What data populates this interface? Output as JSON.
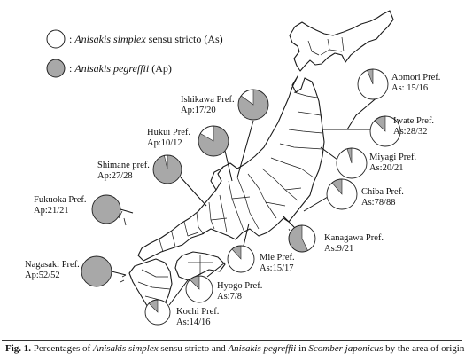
{
  "legend": [
    {
      "prefix": ": ",
      "species": "Anisakis simplex",
      "rest": " sensu stricto (As)",
      "fill": "#ffffff"
    },
    {
      "prefix": ": ",
      "species": "Anisakis pegreffii",
      "rest": " (Ap)",
      "fill": "#a8a8a8"
    }
  ],
  "colors": {
    "as_fill": "#ffffff",
    "ap_fill": "#a8a8a8",
    "outline": "#222222"
  },
  "prefectures": [
    {
      "name": "Aomori Pref.",
      "stat": "As: 15/16",
      "species": "As",
      "count": 15,
      "total": 16
    },
    {
      "name": "Iwate Pref.",
      "stat": "As:28/32",
      "species": "As",
      "count": 28,
      "total": 32
    },
    {
      "name": "Miyagi Pref.",
      "stat": "As:20/21",
      "species": "As",
      "count": 20,
      "total": 21
    },
    {
      "name": "Chiba Pref.",
      "stat": "As:78/88",
      "species": "As",
      "count": 78,
      "total": 88
    },
    {
      "name": "Kanagawa Pref.",
      "stat": "As:9/21",
      "species": "As",
      "count": 9,
      "total": 21
    },
    {
      "name": "Mie Pref.",
      "stat": "As:15/17",
      "species": "As",
      "count": 15,
      "total": 17
    },
    {
      "name": "Hyogo Pref.",
      "stat": "As:7/8",
      "species": "As",
      "count": 7,
      "total": 8
    },
    {
      "name": "Kochi Pref.",
      "stat": "As:14/16",
      "species": "As",
      "count": 14,
      "total": 16
    },
    {
      "name": "Ishikawa Pref.",
      "stat": "Ap:17/20",
      "species": "Ap",
      "count": 17,
      "total": 20
    },
    {
      "name": "Hukui Pref.",
      "stat": "Ap:10/12",
      "species": "Ap",
      "count": 10,
      "total": 12
    },
    {
      "name": "Shimane pref.",
      "stat": "Ap:27/28",
      "species": "Ap",
      "count": 27,
      "total": 28
    },
    {
      "name": "Fukuoka Pref.",
      "stat": "Ap:21/21",
      "species": "Ap",
      "count": 21,
      "total": 21
    },
    {
      "name": "Nagasaki Pref.",
      "stat": "Ap:52/52",
      "species": "Ap",
      "count": 52,
      "total": 52
    }
  ],
  "caption": {
    "label": "Fig. 1.",
    "t1": " Percentages of ",
    "i1": "Anisakis simplex",
    "t2": " sensu stricto and ",
    "i2": "Anisakis pegreffii",
    "t3": " in ",
    "i3": "Scomber japonicus",
    "t4": " by the area of origin."
  }
}
